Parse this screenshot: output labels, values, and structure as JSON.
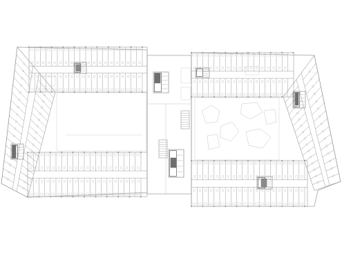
{
  "drawing": {
    "type": "architectural-floor-plan",
    "line_color": "#9a9a9a",
    "light_line_color": "#c4c4c4",
    "dark_fill": "#6e6e6e",
    "background": "#ffffff",
    "wings": [
      {
        "name": "west-wing",
        "courtyard": "open"
      },
      {
        "name": "east-wing",
        "courtyard": "landscaped"
      }
    ],
    "connector": {
      "name": "central-connector",
      "stairs": 2,
      "cores": 2
    },
    "room_rows_per_bar": 2,
    "elements": [
      "office-cells",
      "corridors",
      "stair-cores",
      "lift-shafts",
      "furniture",
      "columns"
    ]
  }
}
